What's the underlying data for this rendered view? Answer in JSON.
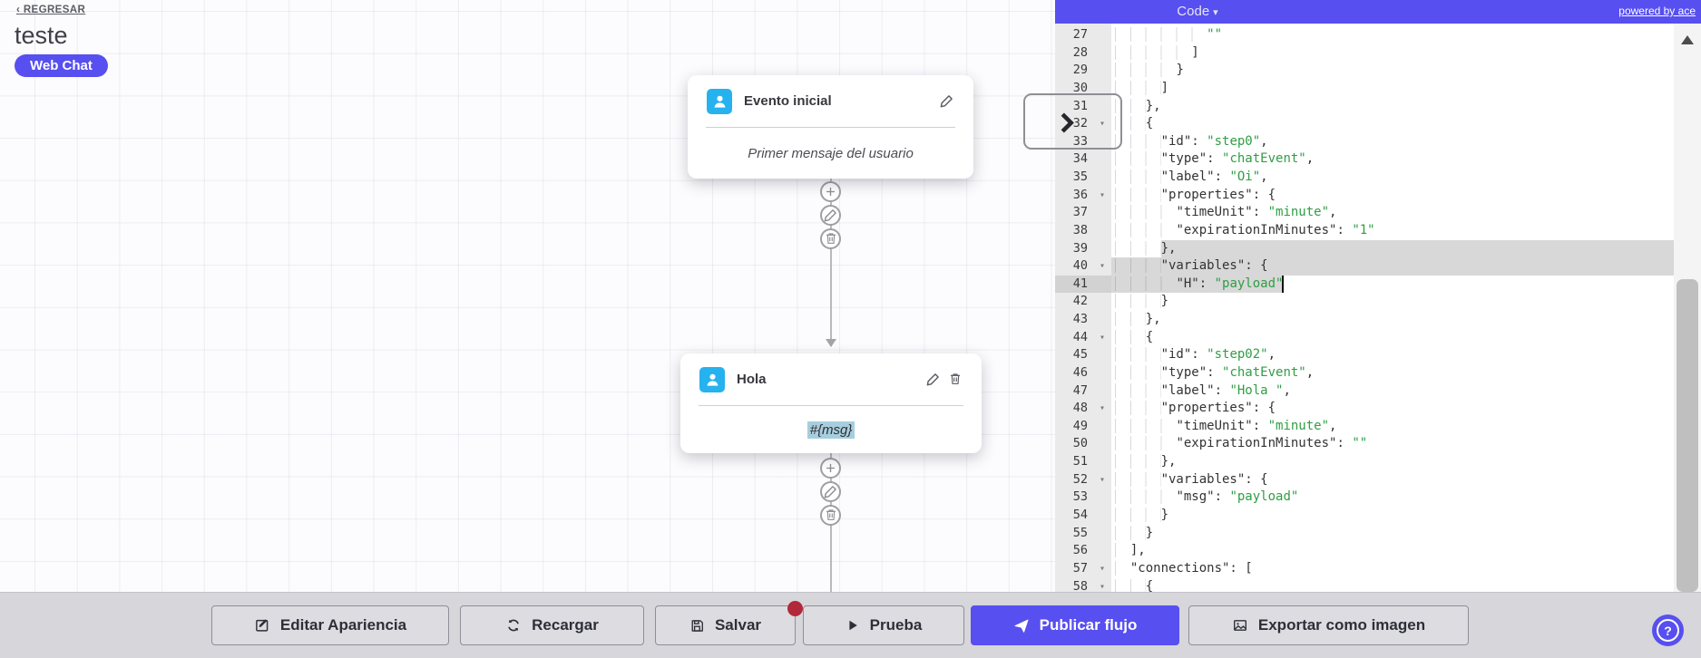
{
  "header": {
    "back_chevron": "‹",
    "back_label": "REGRESAR",
    "flow_title": "teste",
    "channel_badge": "Web Chat"
  },
  "canvas": {
    "nodes": [
      {
        "title": "Evento inicial",
        "body": "Primer mensaje del usuario",
        "actions": [
          "edit"
        ],
        "body_highlighted": false
      },
      {
        "title": "Hola",
        "body": "#{msg}",
        "actions": [
          "edit",
          "delete"
        ],
        "body_highlighted": true
      }
    ],
    "connector_stacks": [
      {
        "actions": [
          "add",
          "edit",
          "delete"
        ]
      },
      {
        "actions": [
          "add",
          "edit",
          "delete"
        ]
      }
    ]
  },
  "code_panel": {
    "mode_label": "Code",
    "dropdown_arrow": "▾",
    "fold_arrow": "▾",
    "powered_by": "powered by ace",
    "colors": {
      "accent": "#574ff0",
      "string": "#2f9e44",
      "plain": "#333333",
      "selection": "#d8d8d8"
    },
    "fold_lines": [
      32,
      36,
      40,
      44,
      48,
      52,
      57,
      58
    ],
    "cursor": {
      "line": 41,
      "col": 22
    },
    "selection": [
      {
        "line": 39,
        "from_col": 6,
        "full": true
      },
      {
        "line": 40,
        "from_col": 0,
        "full": true
      },
      {
        "line": 41,
        "from_col": 0,
        "to_col": 22
      }
    ],
    "lines": [
      {
        "n": 27,
        "segs": [
          [
            "i",
            "            "
          ],
          [
            "s",
            "\"\""
          ]
        ]
      },
      {
        "n": 28,
        "segs": [
          [
            "i",
            "          "
          ],
          [
            "p",
            "]"
          ]
        ]
      },
      {
        "n": 29,
        "segs": [
          [
            "i",
            "        "
          ],
          [
            "p",
            "}"
          ]
        ]
      },
      {
        "n": 30,
        "segs": [
          [
            "i",
            "      "
          ],
          [
            "p",
            "]"
          ]
        ]
      },
      {
        "n": 31,
        "segs": [
          [
            "i",
            "    "
          ],
          [
            "p",
            "},"
          ]
        ]
      },
      {
        "n": 32,
        "segs": [
          [
            "i",
            "    "
          ],
          [
            "p",
            "{"
          ]
        ]
      },
      {
        "n": 33,
        "segs": [
          [
            "i",
            "      "
          ],
          [
            "p",
            "\"id\": "
          ],
          [
            "s",
            "\"step0\""
          ],
          [
            "p",
            ","
          ]
        ]
      },
      {
        "n": 34,
        "segs": [
          [
            "i",
            "      "
          ],
          [
            "p",
            "\"type\": "
          ],
          [
            "s",
            "\"chatEvent\""
          ],
          [
            "p",
            ","
          ]
        ]
      },
      {
        "n": 35,
        "segs": [
          [
            "i",
            "      "
          ],
          [
            "p",
            "\"label\": "
          ],
          [
            "s",
            "\"Oi\""
          ],
          [
            "p",
            ","
          ]
        ]
      },
      {
        "n": 36,
        "segs": [
          [
            "i",
            "      "
          ],
          [
            "p",
            "\"properties\": {"
          ]
        ]
      },
      {
        "n": 37,
        "segs": [
          [
            "i",
            "        "
          ],
          [
            "p",
            "\"timeUnit\": "
          ],
          [
            "s",
            "\"minute\""
          ],
          [
            "p",
            ","
          ]
        ]
      },
      {
        "n": 38,
        "segs": [
          [
            "i",
            "        "
          ],
          [
            "p",
            "\"expirationInMinutes\": "
          ],
          [
            "s",
            "\"1\""
          ]
        ]
      },
      {
        "n": 39,
        "segs": [
          [
            "i",
            "      "
          ],
          [
            "p",
            "},"
          ]
        ]
      },
      {
        "n": 40,
        "segs": [
          [
            "i",
            "      "
          ],
          [
            "p",
            "\"variables\": {"
          ]
        ]
      },
      {
        "n": 41,
        "segs": [
          [
            "i",
            "        "
          ],
          [
            "p",
            "\"H\": "
          ],
          [
            "s",
            "\"payload\""
          ]
        ]
      },
      {
        "n": 42,
        "segs": [
          [
            "i",
            "      "
          ],
          [
            "p",
            "}"
          ]
        ]
      },
      {
        "n": 43,
        "segs": [
          [
            "i",
            "    "
          ],
          [
            "p",
            "},"
          ]
        ]
      },
      {
        "n": 44,
        "segs": [
          [
            "i",
            "    "
          ],
          [
            "p",
            "{"
          ]
        ]
      },
      {
        "n": 45,
        "segs": [
          [
            "i",
            "      "
          ],
          [
            "p",
            "\"id\": "
          ],
          [
            "s",
            "\"step02\""
          ],
          [
            "p",
            ","
          ]
        ]
      },
      {
        "n": 46,
        "segs": [
          [
            "i",
            "      "
          ],
          [
            "p",
            "\"type\": "
          ],
          [
            "s",
            "\"chatEvent\""
          ],
          [
            "p",
            ","
          ]
        ]
      },
      {
        "n": 47,
        "segs": [
          [
            "i",
            "      "
          ],
          [
            "p",
            "\"label\": "
          ],
          [
            "s",
            "\"Hola \""
          ],
          [
            "p",
            ","
          ]
        ]
      },
      {
        "n": 48,
        "segs": [
          [
            "i",
            "      "
          ],
          [
            "p",
            "\"properties\": {"
          ]
        ]
      },
      {
        "n": 49,
        "segs": [
          [
            "i",
            "        "
          ],
          [
            "p",
            "\"timeUnit\": "
          ],
          [
            "s",
            "\"minute\""
          ],
          [
            "p",
            ","
          ]
        ]
      },
      {
        "n": 50,
        "segs": [
          [
            "i",
            "        "
          ],
          [
            "p",
            "\"expirationInMinutes\": "
          ],
          [
            "s",
            "\"\""
          ]
        ]
      },
      {
        "n": 51,
        "segs": [
          [
            "i",
            "      "
          ],
          [
            "p",
            "},"
          ]
        ]
      },
      {
        "n": 52,
        "segs": [
          [
            "i",
            "      "
          ],
          [
            "p",
            "\"variables\": {"
          ]
        ]
      },
      {
        "n": 53,
        "segs": [
          [
            "i",
            "        "
          ],
          [
            "p",
            "\"msg\": "
          ],
          [
            "s",
            "\"payload\""
          ]
        ]
      },
      {
        "n": 54,
        "segs": [
          [
            "i",
            "      "
          ],
          [
            "p",
            "}"
          ]
        ]
      },
      {
        "n": 55,
        "segs": [
          [
            "i",
            "    "
          ],
          [
            "p",
            "}"
          ]
        ]
      },
      {
        "n": 56,
        "segs": [
          [
            "i",
            "  "
          ],
          [
            "p",
            "],"
          ]
        ]
      },
      {
        "n": 57,
        "segs": [
          [
            "i",
            "  "
          ],
          [
            "p",
            "\"connections\": ["
          ]
        ]
      },
      {
        "n": 58,
        "segs": [
          [
            "i",
            "    "
          ],
          [
            "p",
            "{"
          ]
        ]
      }
    ]
  },
  "toolbar": {
    "buttons": [
      {
        "label": "Editar Apariencia",
        "icon": "edit-square"
      },
      {
        "label": "Recargar",
        "icon": "refresh"
      },
      {
        "label": "Salvar",
        "icon": "save",
        "unsaved_badge": true
      },
      {
        "label": "Prueba",
        "icon": "play"
      },
      {
        "label": "Publicar flujo",
        "icon": "send",
        "primary": true
      },
      {
        "label": "Exportar como imagen",
        "icon": "image"
      }
    ]
  },
  "help": {
    "label": "?"
  }
}
